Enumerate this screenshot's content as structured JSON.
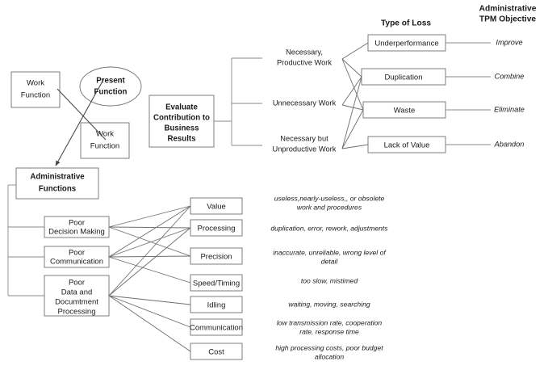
{
  "diagram": {
    "title": "Administrative TPM Loss Structure",
    "colors": {
      "background": "#ffffff",
      "box_stroke": "#707070",
      "edge_stroke": "#6e6e6e",
      "text": "#1a1a1a"
    }
  },
  "headers": {
    "type_of_loss": "Type of Loss",
    "tpm_objective_line1": "Administrative",
    "tpm_objective_line2": "TPM Objective"
  },
  "work_cluster": {
    "work_function_1_line1": "Work",
    "work_function_1_line2": "Function",
    "present_function_line1": "Present",
    "present_function_line2": "Function",
    "work_function_2_line1": "Work",
    "work_function_2_line2": "Function",
    "administrative_functions_line1": "Administrative",
    "administrative_functions_line2": "Functions"
  },
  "evaluate": {
    "line1": "Evaluate",
    "line2": "Contribution to",
    "line3": "Business",
    "line4": "Results"
  },
  "work_types": [
    {
      "id": "necessary-productive",
      "line1": "Necessary,",
      "line2": "Productive Work"
    },
    {
      "id": "unnecessary",
      "line1": "Unnecessary Work",
      "line2": ""
    },
    {
      "id": "necessary-unproductive",
      "line1": "Necessary but",
      "line2": "Unproductive Work"
    }
  ],
  "losses": [
    {
      "id": "underperformance",
      "label": "Underperformance",
      "objective": "Improve"
    },
    {
      "id": "duplication",
      "label": "Duplication",
      "objective": "Combine"
    },
    {
      "id": "waste",
      "label": "Waste",
      "objective": "Eliminate"
    },
    {
      "id": "lack-of-value",
      "label": "Lack of Value",
      "objective": "Abandon"
    }
  ],
  "admin_causes": [
    {
      "id": "poor-decision-making",
      "line1": "Poor",
      "line2": "Decision Making",
      "line3": "",
      "line4": ""
    },
    {
      "id": "poor-communication",
      "line1": "Poor",
      "line2": "Communication",
      "line3": "",
      "line4": ""
    },
    {
      "id": "poor-data-document-processing",
      "line1": "Poor",
      "line2": "Data and",
      "line3": "Documtment",
      "line4": "Processing"
    }
  ],
  "loss_categories": [
    {
      "id": "value",
      "label": "Value",
      "desc_line1": "useless,nearly-useless,, or obsolete",
      "desc_line2": "work and procedures"
    },
    {
      "id": "processing",
      "label": "Processing",
      "desc_line1": "duplication, error, rework, adjustments",
      "desc_line2": ""
    },
    {
      "id": "precision",
      "label": "Precision",
      "desc_line1": "inaccurate, unreliable, wrong level of",
      "desc_line2": "detail"
    },
    {
      "id": "speed-timing",
      "label": "Speed/Timing",
      "desc_line1": "too slow, mistimed",
      "desc_line2": ""
    },
    {
      "id": "idling",
      "label": "Idling",
      "desc_line1": "waiting, moving, searching",
      "desc_line2": ""
    },
    {
      "id": "communication",
      "label": "Communication",
      "desc_line1": "low transmission rate, cooperation",
      "desc_line2": "rate, response time"
    },
    {
      "id": "cost",
      "label": "Cost",
      "desc_line1": "high processing costs, poor budget",
      "desc_line2": "allocation"
    }
  ]
}
